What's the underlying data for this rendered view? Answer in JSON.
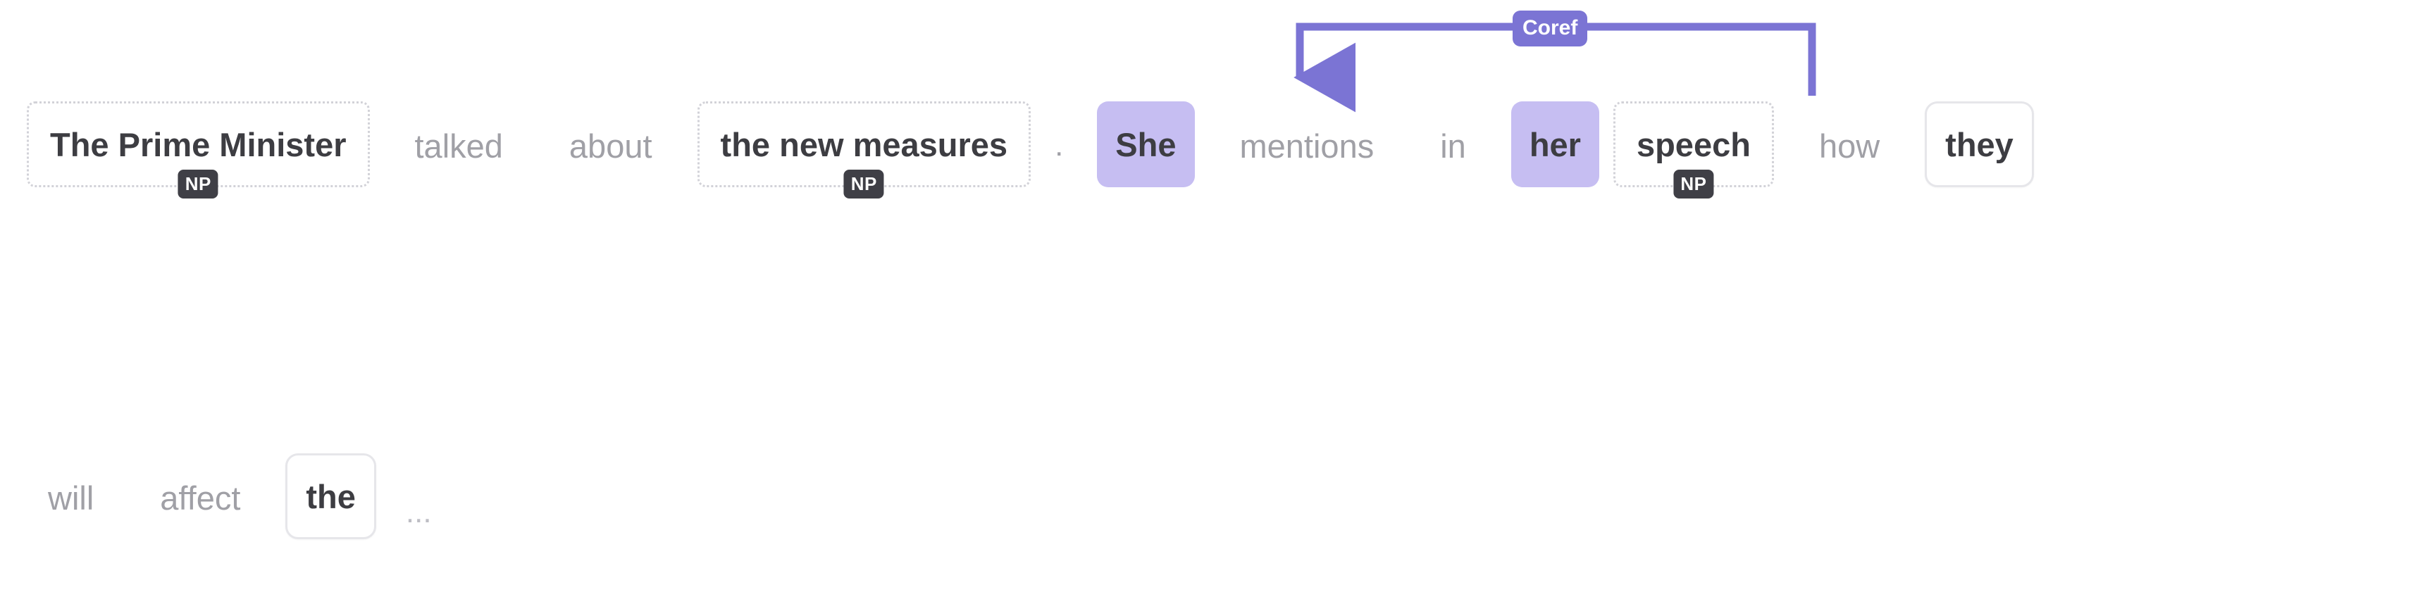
{
  "colors": {
    "relation_stroke": "#7b74d4",
    "relation_label_bg": "#7b74d4",
    "relation_label_text": "#ffffff",
    "mention_highlight": "#c6bef2",
    "span_border": "#d2d2d8",
    "box_border": "#e6e6ea",
    "tag_badge_bg": "#3f3f46",
    "plain_text": "#a0a0a6",
    "emphasis_text": "#3d3d42",
    "background": "#ffffff"
  },
  "annotation": {
    "tag_label": "NP",
    "relation_label": "Coref"
  },
  "lines": [
    {
      "id": "line-1",
      "tokens": [
        {
          "text": "The Prime Minister",
          "style": "span-np",
          "tag": "NP"
        },
        {
          "text": "talked",
          "style": "plain",
          "tag": null
        },
        {
          "text": "about",
          "style": "plain",
          "tag": null
        },
        {
          "text": "the new measures",
          "style": "span-np",
          "tag": "NP"
        },
        {
          "text": ".",
          "style": "punct",
          "tag": null
        },
        {
          "text": "She",
          "style": "mention",
          "tag": null
        },
        {
          "text": "mentions",
          "style": "plain",
          "tag": null
        },
        {
          "text": "in",
          "style": "plain",
          "tag": null
        },
        {
          "text": "her",
          "style": "mention",
          "tag": null
        },
        {
          "text": "speech",
          "style": "span-np",
          "tag": "NP"
        },
        {
          "text": "how",
          "style": "plain",
          "tag": null
        },
        {
          "text": "they",
          "style": "boxed",
          "tag": null
        }
      ]
    },
    {
      "id": "line-2",
      "tokens": [
        {
          "text": "will",
          "style": "plain",
          "tag": null
        },
        {
          "text": "affect",
          "style": "plain",
          "tag": null
        },
        {
          "text": "the",
          "style": "boxed",
          "tag": null
        },
        {
          "text": "...",
          "style": "ellipsis",
          "tag": null
        }
      ]
    }
  ],
  "relations": [
    {
      "id": "coref-1",
      "label": "Coref",
      "source_token": "her",
      "target_token": "She",
      "direction": "right-to-left",
      "arrowhead": "target"
    }
  ]
}
